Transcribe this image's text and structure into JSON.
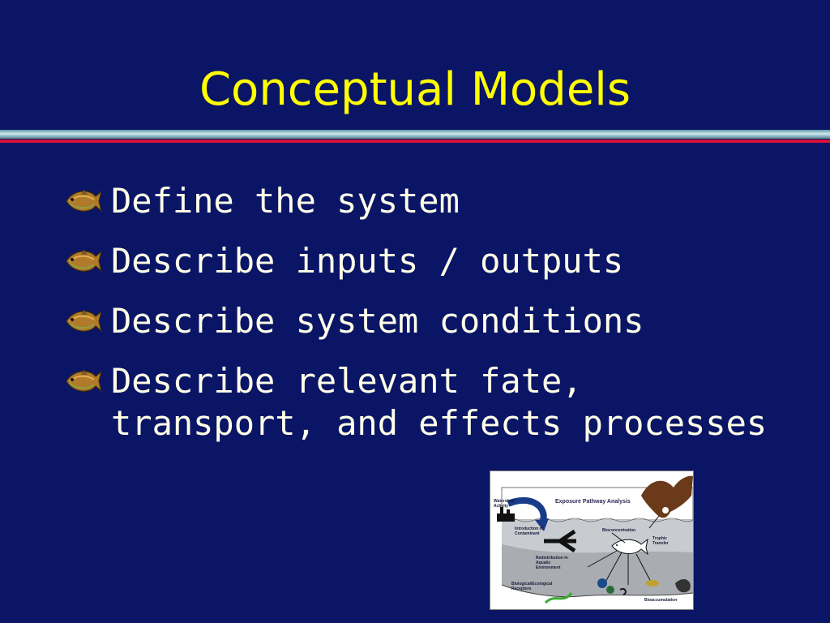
{
  "slide": {
    "title": "Conceptual Models",
    "bullets": [
      {
        "text": "Define the system",
        "icon": "fish-icon"
      },
      {
        "text": "Describe inputs / outputs",
        "icon": "fish-icon"
      },
      {
        "text": "Describe system conditions",
        "icon": "fish-icon"
      },
      {
        "text": "Describe relevant fate,",
        "text2": "transport, and effects processes",
        "icon": "fish-icon"
      }
    ]
  },
  "diagram": {
    "title": "Exposure Pathway Analysis",
    "labels": {
      "watershed": "Watershed Activity",
      "introduction": "Introduction of Contaminant",
      "redistribution": "Redistribution in Aquatic Environment",
      "bioconcentration": "Bioconcentration",
      "trophic": "Trophic Transfer",
      "receptors": "Biological/Ecological Receptors",
      "bioaccumulation": "Bioaccumulation"
    }
  },
  "colors": {
    "background": "#0b1566",
    "title": "#ffff00",
    "text": "#ffffe8",
    "accent_red": "#d8123a",
    "accent_teal": "#8fb9c6"
  }
}
